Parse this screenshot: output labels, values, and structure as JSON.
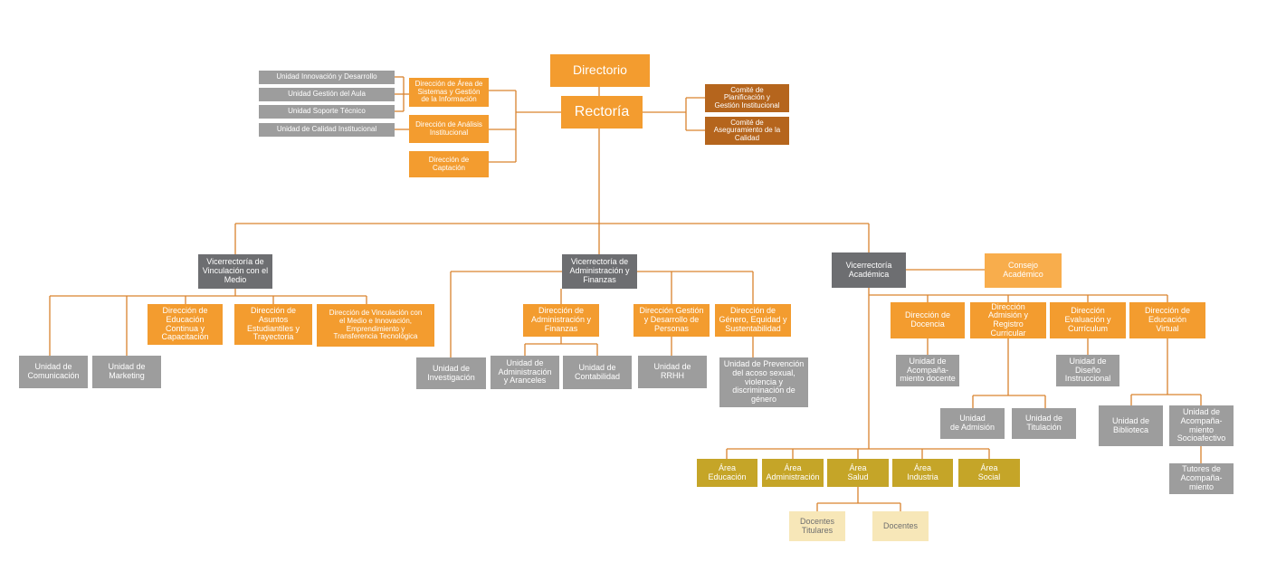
{
  "nodes": {
    "directorio": "Directorio",
    "rectoria": "Rectoría",
    "unidad_innovacion": "Unidad Innovación y Desarrollo",
    "unidad_gestion_aula": "Unidad Gestión del Aula",
    "unidad_soporte": "Unidad Soporte Técnico",
    "unidad_calidad": "Unidad de Calidad Institucional",
    "dir_sistemas": "Dirección de Área de\nSistemas y Gestión\nde la Información",
    "dir_analisis": "Dirección de Análisis\nInstitucional",
    "dir_captacion": "Dirección de\nCaptación",
    "comite_planificacion": "Comité de\nPlanificación y\nGestión Institucional",
    "comite_aseguramiento": "Comité de\nAseguramiento de la\nCalidad",
    "vr_vinculacion": "Vicerrectoría de\nVinculación con el\nMedio",
    "vr_administracion": "Vicerrectoría de\nAdministración y\nFinanzas",
    "vr_academica": "Vicerrectoría\nAcadémica",
    "consejo_academico": "Consejo\nAcadémico",
    "unidad_comunicacion": "Unidad de\nComunicación",
    "unidad_marketing": "Unidad de\nMarketing",
    "dir_educacion_continua": "Dirección de\nEducación\nContinua y\nCapacitación",
    "dir_asuntos_estudiantiles": "Dirección de\nAsuntos\nEstudiantiles y\nTrayectoria",
    "dir_vinculacion_innovacion": "Dirección de Vinculación con\nel Medio e Innovación,\nEmprendimiento y\nTransferencia Tecnológica",
    "unidad_investigacion": "Unidad de\nInvestigación",
    "dir_admin_finanzas": "Dirección de\nAdministración y\nFinanzas",
    "dir_gestion_personas": "Dirección Gestión\ny Desarrollo de\nPersonas",
    "dir_genero": "Dirección de\nGénero, Equidad y\nSustentabilidad",
    "unidad_admin_aranceles": "Unidad de\nAdministración\ny Aranceles",
    "unidad_contabilidad": "Unidad de\nContabilidad",
    "unidad_rrhh": "Unidad de\nRRHH",
    "unidad_prevencion": "Unidad de Prevención\ndel acoso sexual,\nviolencia y\ndiscriminación de\ngénero",
    "dir_docencia": "Dirección de\nDocencia",
    "dir_admision": "Dirección\nAdmisión y\nRegistro\nCurricular",
    "dir_evaluacion": "Dirección\nEvaluación y\nCurrículum",
    "dir_educacion_virtual": "Dirección de\nEducación\nVirtual",
    "unidad_acomp_docente": "Unidad de\nAcompaña-\nmiento docente",
    "unidad_diseno": "Unidad de\nDiseño\nInstruccional",
    "unidad_admision": "Unidad\nde Admisión",
    "unidad_titulacion": "Unidad  de\nTitulación",
    "unidad_biblioteca": "Unidad de\nBiblioteca",
    "unidad_acomp_socio": "Unidad de\nAcompaña-\nmiento\nSocioafectivo",
    "tutores": "Tutores de\nAcompaña-\nmiento",
    "area_educacion": "Área\nEducación",
    "area_administracion": "Área\nAdministración",
    "area_salud": "Área\nSalud",
    "area_industria": "Área\nIndustria",
    "area_social": "Área\nSocial",
    "docentes_titulares": "Docentes\nTitulares",
    "docentes": "Docentes"
  },
  "colors": {
    "primary": "#f39c2f",
    "secondary": "#f8ad4c",
    "committee": "#b5651d",
    "vice_rectorate": "#6d6e71",
    "unit": "#9d9d9d",
    "area": "#c5a528",
    "faculty": "#f7e7b8",
    "connector": "#d9832e"
  }
}
